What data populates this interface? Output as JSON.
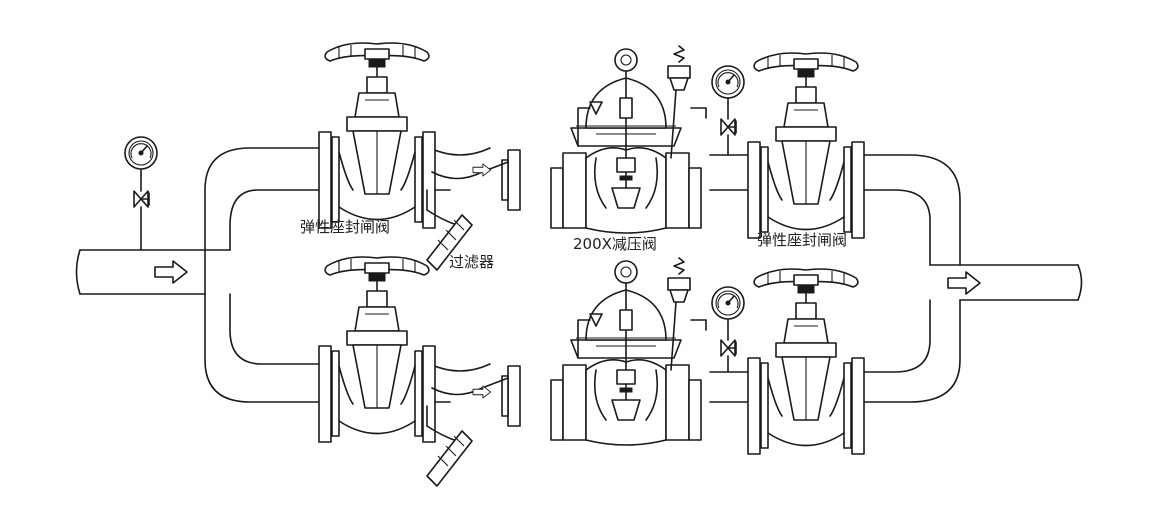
{
  "labels": {
    "gate_valve_upper_left": "弹性座封闸阀",
    "strainer": "过滤器",
    "reducing_valve": "200X减压阀",
    "gate_valve_upper_right": "弹性座封闸阀"
  },
  "icons": [
    "pressure-gauge-icon",
    "needle-valve-icon",
    "flow-arrow-icon",
    "handwheel-icon",
    "gate-valve-icon",
    "y-strainer-icon",
    "reducing-valve-icon",
    "pilot-valve-icon"
  ]
}
